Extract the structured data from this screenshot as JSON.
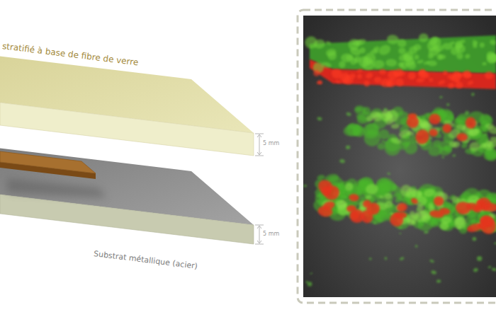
{
  "diagram": {
    "labels": [
      "stratifié à base de fibre de verre",
      "5 mm",
      "5 mm",
      "Substrat métallique (acier)"
    ]
  }
}
